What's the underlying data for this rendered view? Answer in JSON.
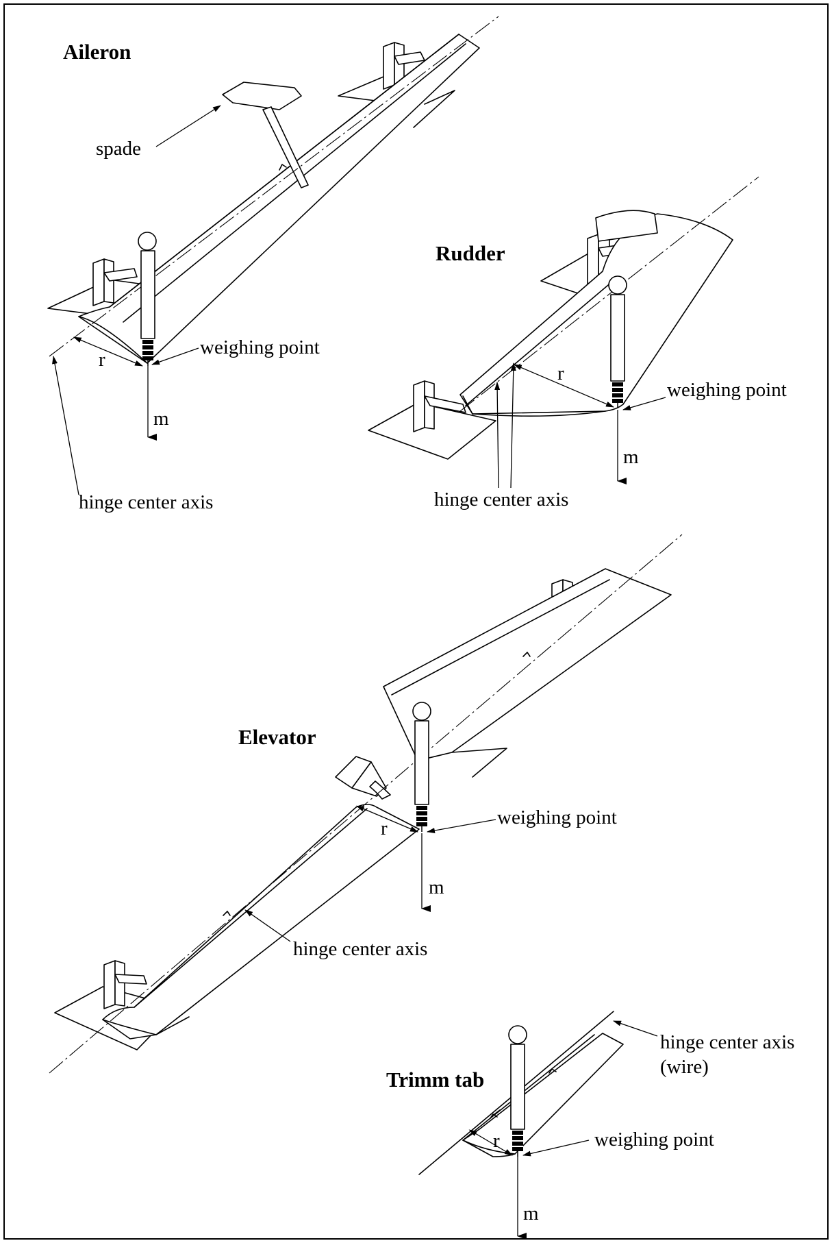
{
  "aileron": {
    "title": "Aileron",
    "spade": "spade",
    "weighing_point": "weighing point",
    "r": "r",
    "m": "m",
    "hinge_axis": "hinge center axis"
  },
  "rudder": {
    "title": "Rudder",
    "r": "r",
    "weighing_point": "weighing point",
    "m": "m",
    "hinge_axis": "hinge center axis"
  },
  "elevator": {
    "title": "Elevator",
    "weighing_point": "weighing point",
    "r": "r",
    "m": "m",
    "hinge_axis": "hinge center axis"
  },
  "trim_tab": {
    "title": "Trimm tab",
    "hinge_axis_line1": "hinge center axis",
    "hinge_axis_line2": "(wire)",
    "r": "r",
    "weighing_point": "weighing point",
    "m": "m"
  }
}
